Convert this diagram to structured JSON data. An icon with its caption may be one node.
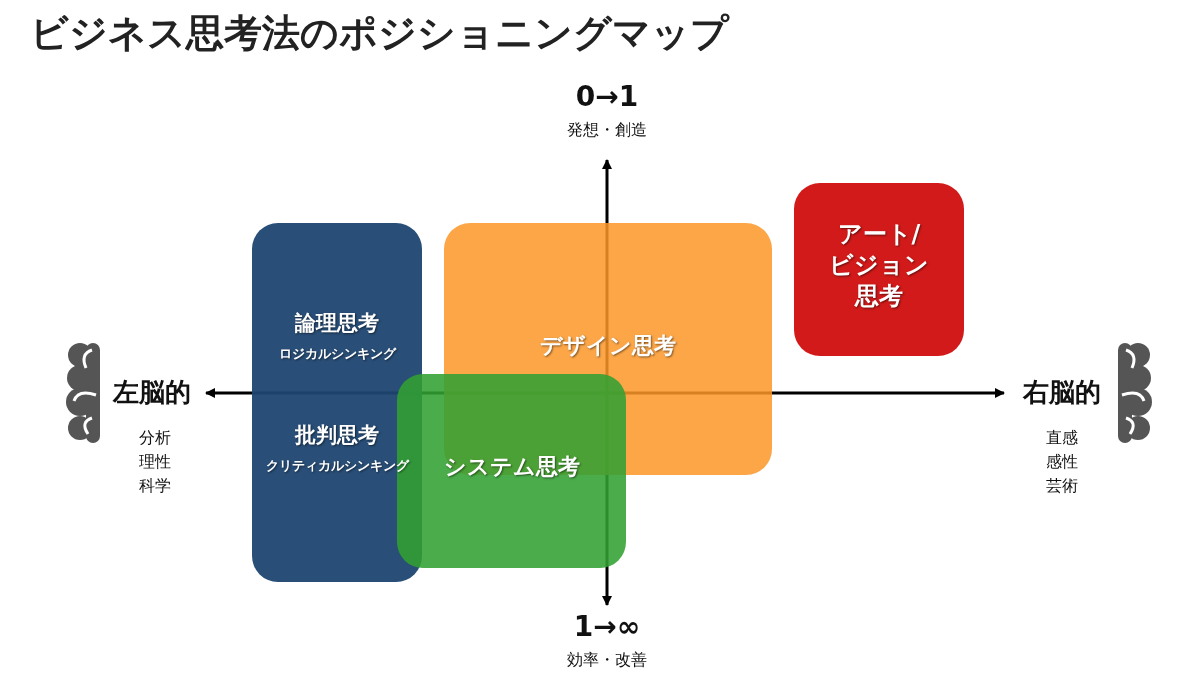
{
  "diagram": {
    "title": "ビジネス思考法のポジショニングマップ",
    "nodes": [
      {
        "text": [
          "論理思考",
          "ロジカルシンキング",
          "批判思考",
          "クリティカルシンキング"
        ]
      },
      {
        "text": [
          "デザイン思考"
        ]
      },
      {
        "text": [
          "システム思考"
        ]
      },
      {
        "text": [
          "アート/ビジョン思考"
        ]
      }
    ],
    "labels": [
      "0→1",
      "発想・創造",
      "左脳的",
      "分析",
      "理性",
      "科学",
      "右脳的",
      "直感",
      "感性",
      "芸術",
      "1→∞",
      "効率・改善"
    ]
  }
}
